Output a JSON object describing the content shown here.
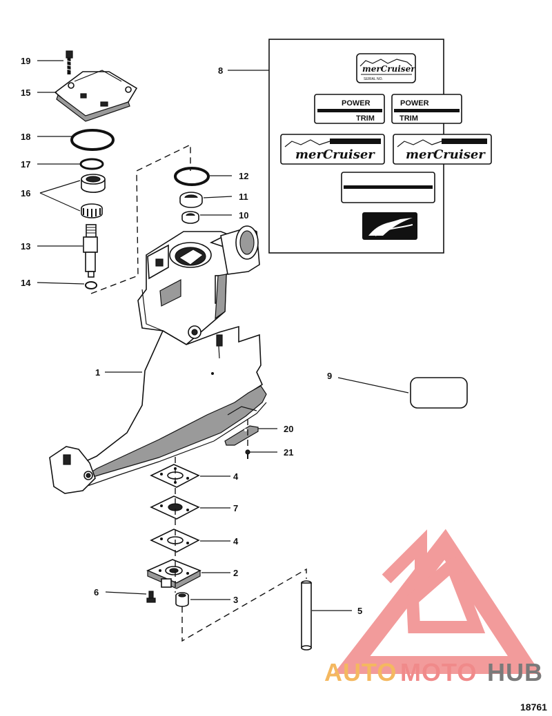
{
  "callouts": {
    "c19": "19",
    "c15": "15",
    "c18": "18",
    "c17": "17",
    "c16": "16",
    "c13": "13",
    "c14": "14",
    "c12": "12",
    "c11": "11",
    "c10": "10",
    "c8": "8",
    "c9": "9",
    "c1": "1",
    "c20": "20",
    "c21": "21",
    "c4a": "4",
    "c7": "7",
    "c4b": "4",
    "c2": "2",
    "c6": "6",
    "c3": "3",
    "c5": "5"
  },
  "decals": {
    "serial_brand": "merCruiser",
    "serial_label": "SERIAL NO.",
    "power": "POWER",
    "trim": "TRIM",
    "brand": "merCruiser"
  },
  "watermark": {
    "auto": "AUTO",
    "moto": "MOTO",
    "hub": "HUB",
    "color_primary": "#f08a8a",
    "color_accent": "#f4b860",
    "color_secondary": "#7a7a7a"
  },
  "figure_number": "18761"
}
